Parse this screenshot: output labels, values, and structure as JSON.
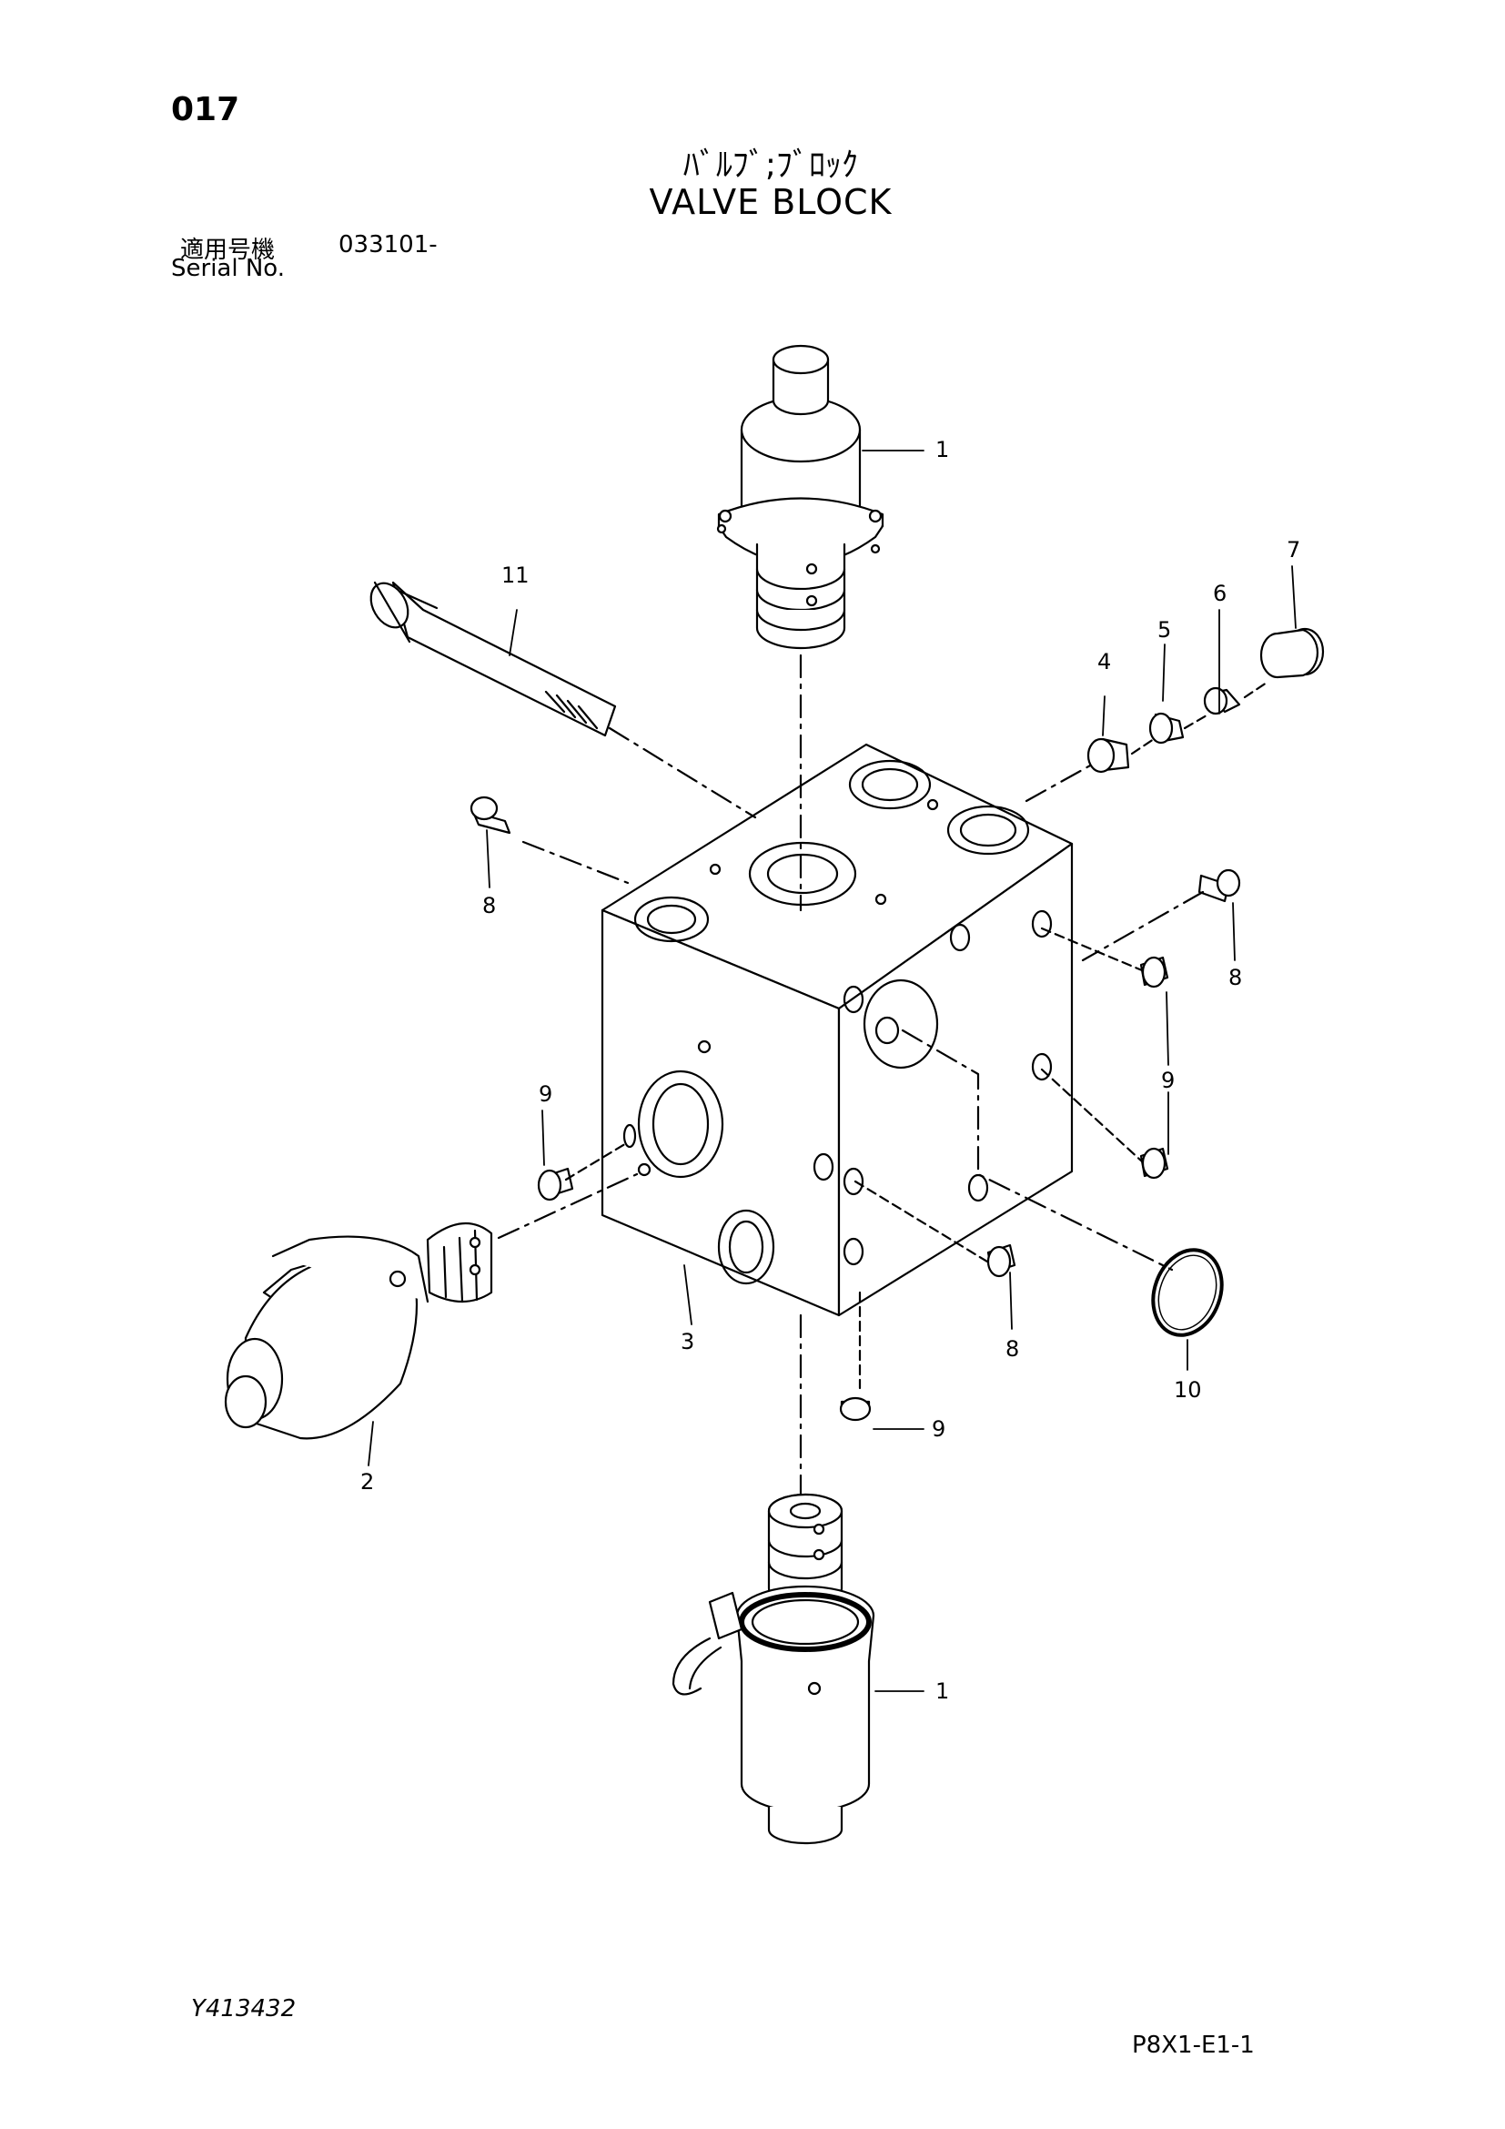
{
  "header": {
    "page_number": "017",
    "title_jp": "ﾊﾞﾙﾌﾞ;ﾌﾞﾛｯｸ",
    "title_en": "VALVE BLOCK",
    "serial_label_jp": "適用号機",
    "serial_number": "033101-",
    "serial_label_en": "Serial No."
  },
  "callouts": {
    "c1_top": "1",
    "c1_bottom": "1",
    "c2": "2",
    "c3": "3",
    "c4": "4",
    "c5": "5",
    "c6": "6",
    "c7": "7",
    "c8_left": "8",
    "c8_right": "8",
    "c8_bottom": "8",
    "c9_left": "9",
    "c9_right": "9",
    "c9_bottom": "9",
    "c10": "10",
    "c11": "11"
  },
  "footer": {
    "drawing_code": "Y413432",
    "sheet_code": "P8X1-E1-1"
  }
}
